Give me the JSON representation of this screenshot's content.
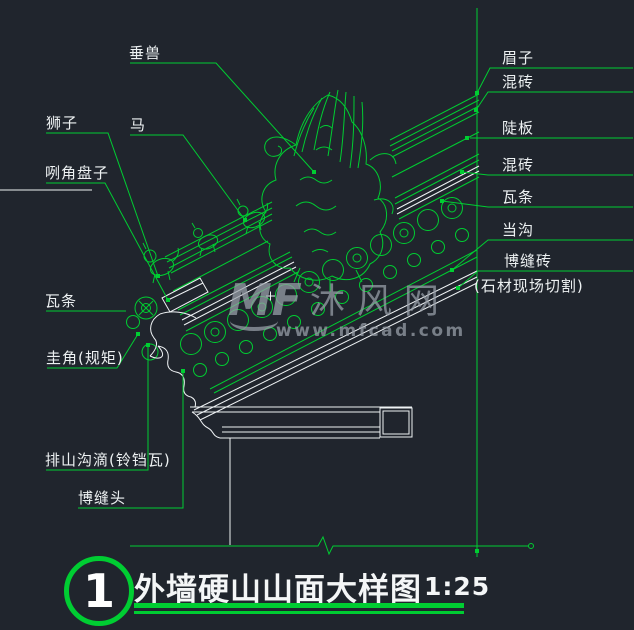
{
  "drawing": {
    "labels_left": [
      "垂兽",
      "狮子",
      "马",
      "咧角盘子",
      "瓦条",
      "圭角(规矩)",
      "排山沟滴(铃铛瓦)",
      "博缝头"
    ],
    "labels_right": [
      "眉子",
      "混砖",
      "陡板",
      "混砖",
      "瓦条",
      "当沟",
      "博缝砖",
      "(石材现场切割)"
    ],
    "watermark": {
      "logo": "MF",
      "name": "沐风网",
      "url": "www.mfcad.com"
    },
    "title_block": {
      "number": "1",
      "title": "外墙硬山山面大样图",
      "scale": "1:25"
    },
    "colors": {
      "background": "#20252d",
      "line_green": "#00cd32",
      "line_white": "#eef2f4",
      "watermark_gray": "#9ba2ab",
      "text_white": "#edf1f2"
    }
  }
}
